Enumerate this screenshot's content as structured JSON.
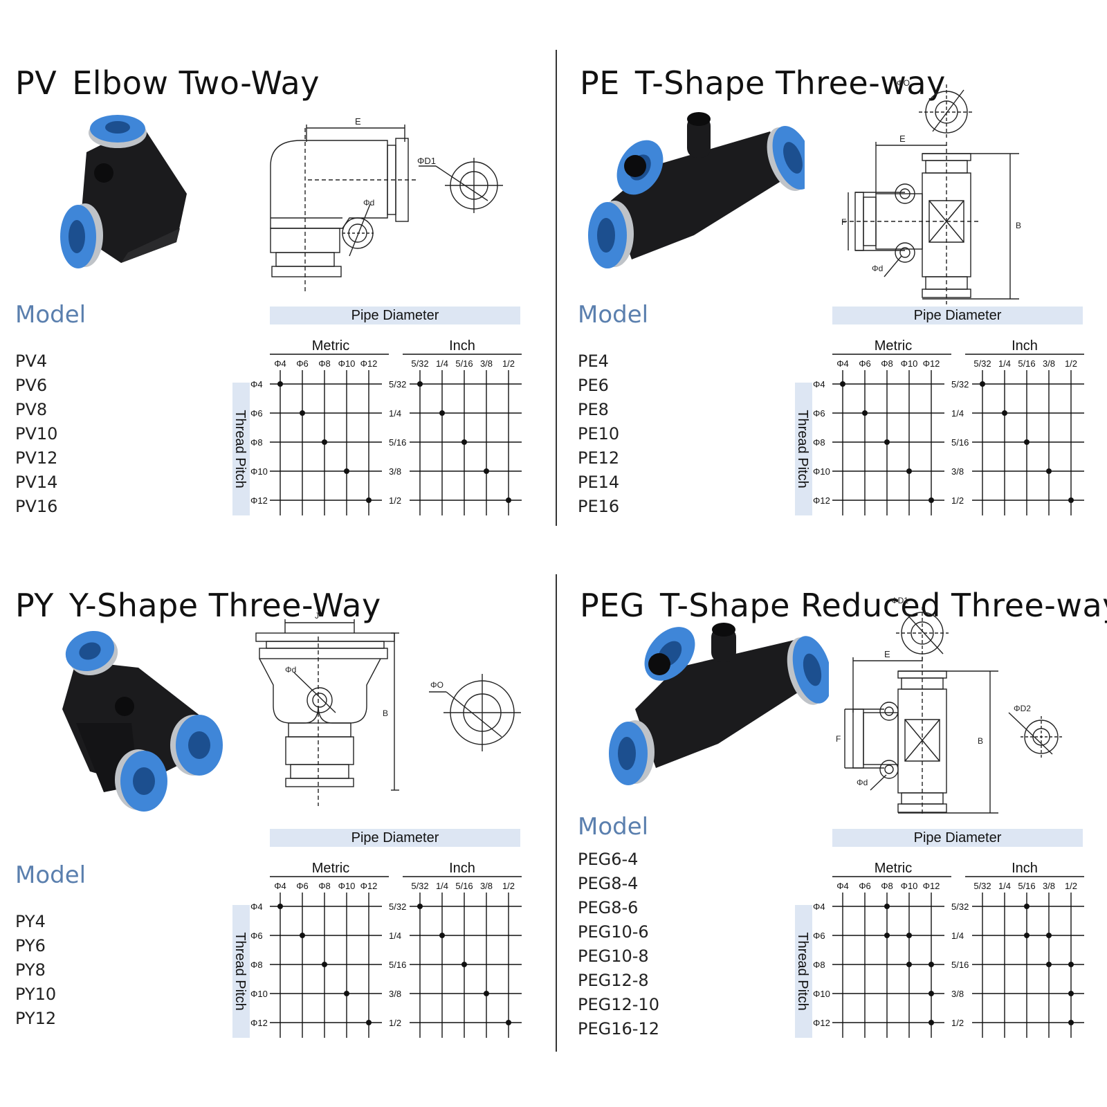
{
  "panels": [
    {
      "code": "PV",
      "name": "Elbow Two-Way",
      "model_label": "Model",
      "models": [
        "PV4",
        "PV6",
        "PV8",
        "PV10",
        "PV12",
        "PV14",
        "PV16"
      ],
      "drawing_labels": [
        "E",
        "ΦD1",
        "Φd"
      ]
    },
    {
      "code": "PE",
      "name": "T-Shape  Three-way",
      "model_label": "Model",
      "models": [
        "PE4",
        "PE6",
        "PE8",
        "PE10",
        "PE12",
        "PE14",
        "PE16"
      ],
      "drawing_labels": [
        "ΦO",
        "E",
        "F",
        "B",
        "Φd"
      ]
    },
    {
      "code": "PY",
      "name": "Y-Shape Three-Way",
      "model_label": "Model",
      "models": [
        "PY4",
        "PY6",
        "PY8",
        "PY10",
        "PY12"
      ],
      "drawing_labels": [
        "J",
        "Φd",
        "ΦO",
        "B"
      ]
    },
    {
      "code": "PEG",
      "name": "T-Shape  Reduced  Three-way",
      "model_label": "Model",
      "models": [
        "PEG6-4",
        "PEG8-4",
        "PEG8-6",
        "PEG10-6",
        "PEG10-8",
        "PEG12-8",
        "PEG12-10",
        "PEG16-12"
      ],
      "drawing_labels": [
        "ΦD1",
        "E",
        "ΦD2",
        "F",
        "B",
        "Φd"
      ]
    }
  ],
  "table": {
    "header": "Pipe Diameter",
    "metric_label": "Metric",
    "inch_label": "Inch",
    "side_label": "Thread Pitch",
    "metric_cols": [
      "Φ4",
      "Φ6",
      "Φ8",
      "Φ10",
      "Φ12"
    ],
    "inch_cols": [
      "5/32",
      "1/4",
      "5/16",
      "3/8",
      "1/2"
    ],
    "metric_rows": [
      "Φ4",
      "Φ6",
      "Φ8",
      "Φ10",
      "Φ12"
    ],
    "inch_rows": [
      "5/32",
      "1/4",
      "5/16",
      "3/8",
      "1/2"
    ]
  },
  "grid_dots": [
    {
      "metric": [
        [
          0,
          0
        ],
        [
          1,
          1
        ],
        [
          2,
          2
        ],
        [
          3,
          3
        ],
        [
          4,
          4
        ]
      ],
      "inch": [
        [
          0,
          0
        ],
        [
          1,
          1
        ],
        [
          2,
          2
        ],
        [
          3,
          3
        ],
        [
          4,
          4
        ]
      ]
    },
    {
      "metric": [
        [
          0,
          0
        ],
        [
          1,
          1
        ],
        [
          2,
          2
        ],
        [
          3,
          3
        ],
        [
          4,
          4
        ]
      ],
      "inch": [
        [
          0,
          0
        ],
        [
          1,
          1
        ],
        [
          2,
          2
        ],
        [
          3,
          3
        ],
        [
          4,
          4
        ]
      ]
    },
    {
      "metric": [
        [
          0,
          0
        ],
        [
          1,
          1
        ],
        [
          2,
          2
        ],
        [
          3,
          3
        ],
        [
          4,
          4
        ]
      ],
      "inch": [
        [
          0,
          0
        ],
        [
          1,
          1
        ],
        [
          2,
          2
        ],
        [
          3,
          3
        ],
        [
          4,
          4
        ]
      ]
    },
    {
      "metric": [
        [
          2,
          0
        ],
        [
          2,
          1
        ],
        [
          3,
          1
        ],
        [
          3,
          2
        ],
        [
          4,
          2
        ],
        [
          4,
          3
        ],
        [
          4,
          4
        ]
      ],
      "inch": [
        [
          2,
          0
        ],
        [
          2,
          1
        ],
        [
          3,
          1
        ],
        [
          3,
          2
        ],
        [
          4,
          2
        ],
        [
          4,
          3
        ],
        [
          4,
          4
        ]
      ]
    }
  ],
  "colors": {
    "connector_body": "#1b1b1d",
    "connector_blue": "#3f86d8",
    "model_blue": "#5a7fae",
    "header_band": "#dde6f3"
  }
}
